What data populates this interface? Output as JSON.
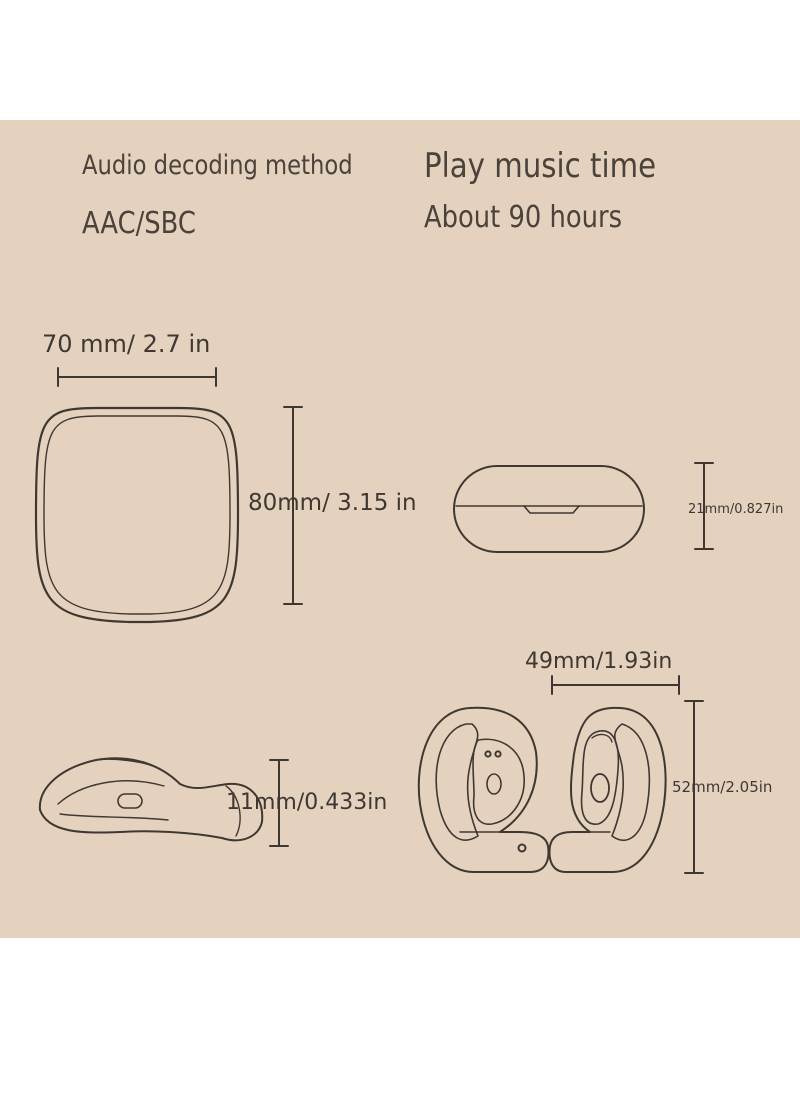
{
  "specs": {
    "decoding": {
      "label": "Audio decoding method",
      "value": "AAC/SBC"
    },
    "play_time": {
      "label": "Play music time",
      "value": "About 90 hours"
    }
  },
  "dimensions": {
    "case_width": "70 mm/  2.7  in",
    "case_height": "80mm/ 3.15 in",
    "case_depth": "21mm/0.827in",
    "earbud_width": "49mm/1.93in",
    "earbud_height": "52mm/2.05in",
    "earbud_depth": "11mm/0.433in"
  },
  "colors": {
    "background": "#e4d2bf",
    "ink": "#3f3832"
  }
}
